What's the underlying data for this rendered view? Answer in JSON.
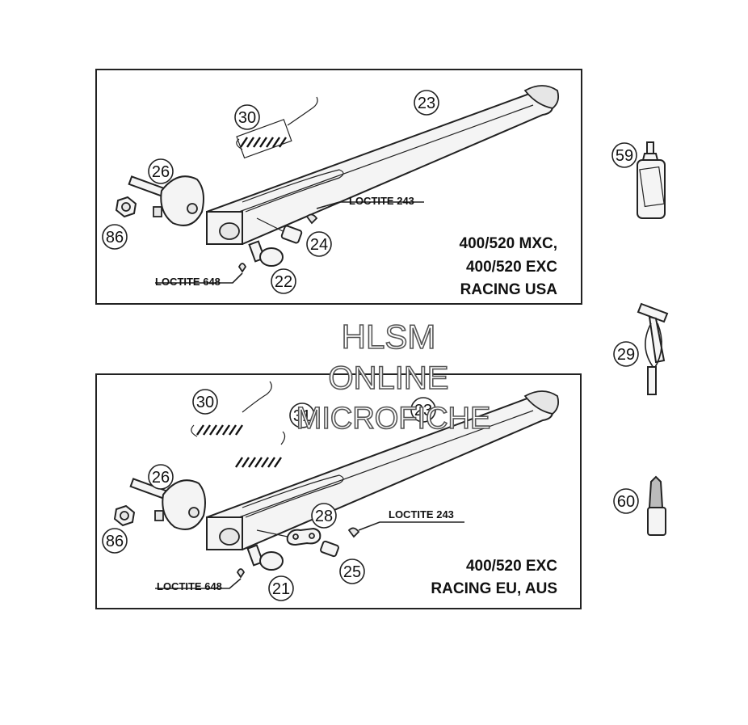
{
  "panel_top": {
    "models": [
      "400/520 MXC,",
      "400/520 EXC",
      "RACING USA"
    ],
    "loctite_a": "LOCTITE 243",
    "loctite_b": "LOCTITE 648",
    "callouts": [
      "30",
      "23",
      "26",
      "86",
      "24",
      "22"
    ]
  },
  "panel_bottom": {
    "models": [
      "400/520 EXC",
      "RACING EU, AUS"
    ],
    "loctite_a": "LOCTITE 243",
    "loctite_b": "LOCTITE 648",
    "callouts": [
      "30",
      "31",
      "23",
      "26",
      "86",
      "28",
      "25",
      "21"
    ]
  },
  "side_parts": {
    "callouts": [
      "59",
      "29",
      "60"
    ]
  },
  "watermark": [
    "HLSM",
    "ONLINE",
    "MICROFICHE"
  ]
}
